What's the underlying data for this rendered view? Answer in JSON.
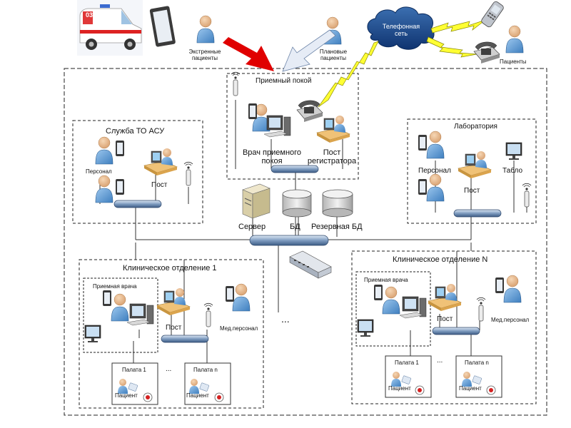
{
  "top": {
    "emergency_label": "Экстренные\nпациенты",
    "planned_label": "Плановые\nпациенты",
    "phone_network": "Телефонная\nсеть",
    "patients_right": "Пациенты"
  },
  "admission": {
    "title": "Приемный покой",
    "doctor": "Врач приемного\nпокоя",
    "registrar": "Пост\nрегистратора"
  },
  "asu": {
    "title": "Служба ТО АСУ",
    "staff": "Персонал",
    "post": "Пост"
  },
  "lab": {
    "title": "Лаборатория",
    "staff": "Персонал",
    "post": "Пост",
    "board": "Табло"
  },
  "core": {
    "server": "Сервер",
    "db": "БД",
    "backup_db": "Резервная БД",
    "ellipsis": "..."
  },
  "dept1": {
    "title": "Клиническое отделение 1",
    "doctor_room": "Приемная врача",
    "post": "Пост",
    "med_staff": "Мед.персонал",
    "ward1": "Палата 1",
    "wardn": "Палата n",
    "patient": "Пациент",
    "ellipsis": "..."
  },
  "deptN": {
    "title": "Клиническое отделение N",
    "doctor_room": "Приемная врача",
    "post": "Пост",
    "med_staff": "Мед.персонал",
    "ward1": "Палата 1",
    "wardn": "Палата n",
    "patient": "Пациент",
    "ellipsis": "..."
  },
  "ambulance_number": "03"
}
